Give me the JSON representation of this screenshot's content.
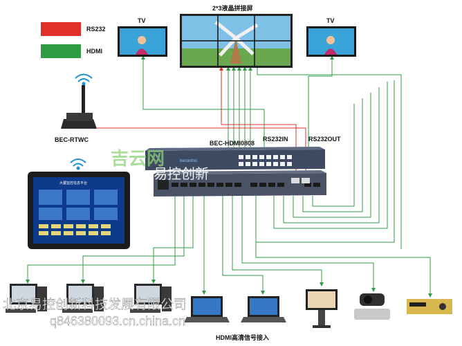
{
  "legend": [
    {
      "label": "RS232",
      "color": "#e0302a"
    },
    {
      "label": "HDMI",
      "color": "#2e9b45"
    }
  ],
  "displays": {
    "tv_left": "TV",
    "tv_right": "TV",
    "video_wall": "2*3液晶拼接屏"
  },
  "wireless_device": "BEC-RTWC",
  "matrix": {
    "model": "BEC-HDMI0808",
    "brand": "becontrol",
    "rs232in": "RS232IN",
    "rs232out": "RS232OUT"
  },
  "tablet_title": "大厦监控信息平台",
  "watermarks": {
    "center_logo": "吉云网",
    "center_text": "易控创新",
    "bottom_left": "北京易控创新科技发展有限公司",
    "bottom_qq": "q846380093.cn.china.cn"
  },
  "sources_caption": "HDMI高清信号接入",
  "colors": {
    "hdmi": "#2e9b45",
    "rs232": "#e0302a"
  }
}
